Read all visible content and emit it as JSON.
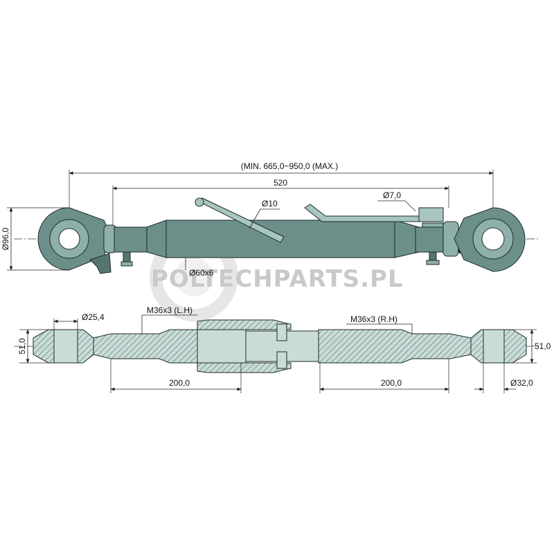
{
  "watermark": {
    "text": "POLTECHPARTS.PL",
    "color": "#c9c9c9"
  },
  "colors": {
    "part": "#6d8f8a",
    "outline": "#1c2a2a",
    "section_fill": "#c9dcd7"
  },
  "top_view": {
    "overall_length_label": "(MIN. 665,0~950,0 (MAX.)",
    "body_length_label": "520",
    "pin_diameter_label": "Ø10",
    "clip_diameter_label": "Ø7,0",
    "tube_label": "Ø60x6",
    "ball_diameter_label": "Ø96,0"
  },
  "section_view": {
    "left_ball_hole_label": "Ø25,4",
    "left_thread_label": "M36x3 (L.H)",
    "right_thread_label": "M36x3 (R.H)",
    "left_height_label": "51,0",
    "right_height_label": "51,0",
    "left_thread_length_label": "200,0",
    "right_thread_length_label": "200,0",
    "right_ball_hole_label": "Ø32,0"
  }
}
